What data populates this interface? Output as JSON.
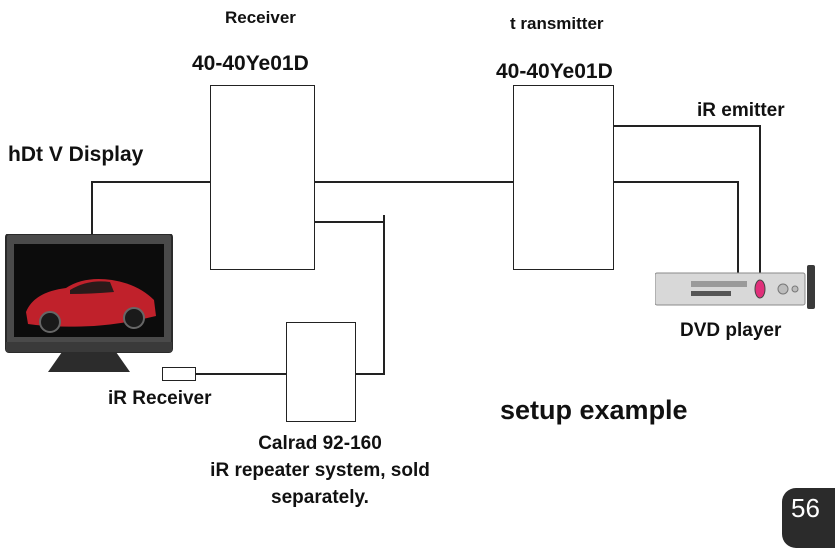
{
  "labels": {
    "receiver_title": "Receiver",
    "receiver_model": "40-40Ye01D",
    "transmitter_title": "t ransmitter",
    "transmitter_model": "40-40Ye01D",
    "ir_emitter": "iR emitter",
    "hdtv_display": "hDt V Display",
    "dvd_player": "DVD player",
    "ir_receiver": "iR Receiver",
    "setup_example": "setup example",
    "repeater_line1": "Calrad 92-160",
    "repeater_line2": "iR repeater system, sold",
    "repeater_line3": "separately."
  },
  "page_number": "56",
  "colors": {
    "line": "#222222",
    "badge": "#2b2b2b",
    "car": "#c0212b",
    "emitter_pink": "#e0307a"
  }
}
